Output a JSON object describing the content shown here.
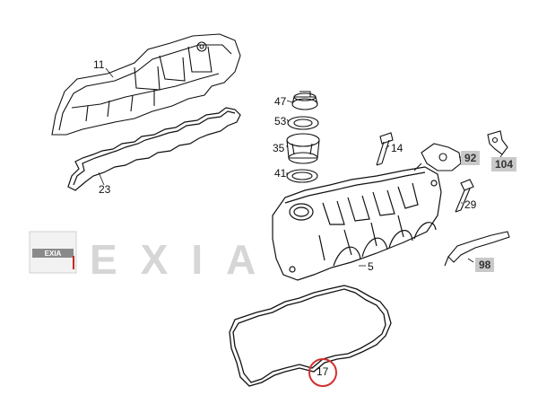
{
  "callouts": [
    {
      "id": "c11",
      "text": "11"
    },
    {
      "id": "c23",
      "text": "23"
    },
    {
      "id": "c47",
      "text": "47"
    },
    {
      "id": "c53",
      "text": "53"
    },
    {
      "id": "c35",
      "text": "35"
    },
    {
      "id": "c41",
      "text": "41"
    },
    {
      "id": "c14",
      "text": "14"
    },
    {
      "id": "c29",
      "text": "29"
    },
    {
      "id": "c5",
      "text": "5"
    },
    {
      "id": "c17",
      "text": "17"
    }
  ],
  "tags": [
    {
      "id": "t92",
      "text": "92"
    },
    {
      "id": "t104",
      "text": "104"
    },
    {
      "id": "t98",
      "text": "98"
    }
  ],
  "highlight": {
    "part": "17",
    "color": "#d32f2f"
  },
  "watermark": {
    "logo_text": "EXIA",
    "word": "EXIA",
    "color": "#d6d6d6",
    "accent": "#c62828"
  }
}
